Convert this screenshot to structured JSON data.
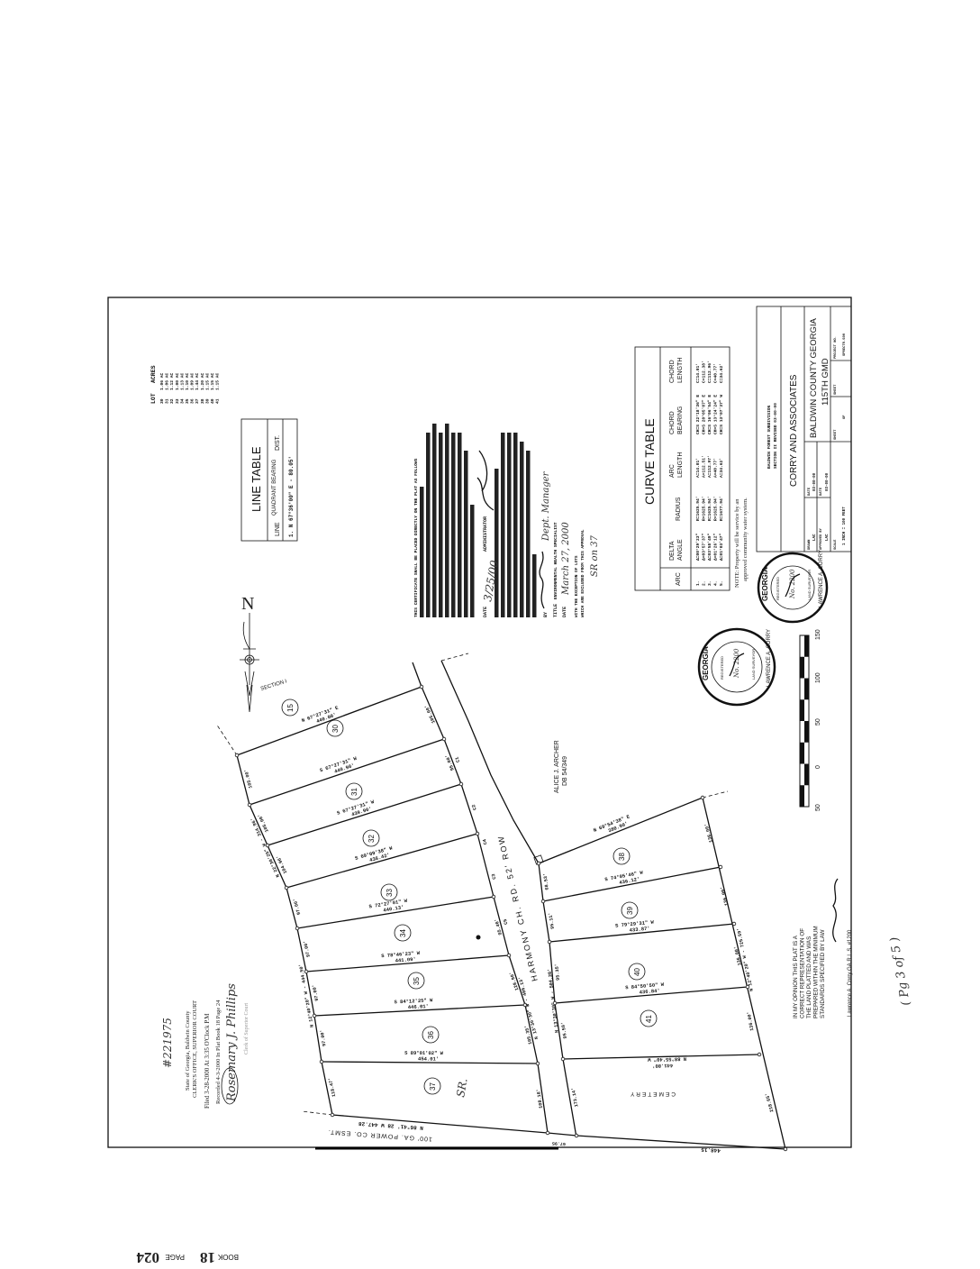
{
  "book_page": {
    "book_label": "BOOK",
    "book": "18",
    "page_label": "PAGE",
    "page": "024"
  },
  "page_note": "( Pg 3 of 5 )",
  "lot_table": {
    "headers": [
      "LOT",
      "ACRES"
    ],
    "rows": [
      [
        "30",
        "1.06 AC"
      ],
      [
        "31",
        "1.06 AC"
      ],
      [
        "32",
        "1.12 AC"
      ],
      [
        "33",
        "1.00 AC"
      ],
      [
        "34",
        "1.13 AC"
      ],
      [
        "35",
        "1.10 AC"
      ],
      [
        "36",
        "1.09 AC"
      ],
      [
        "37",
        "1.44 AC"
      ],
      [
        "38",
        "1.20 AC"
      ],
      [
        "39",
        "1.15 AC"
      ],
      [
        "40",
        "1.15 AC"
      ],
      [
        "41",
        "1.15 AC"
      ]
    ]
  },
  "line_table": {
    "title": "LINE TABLE",
    "headers": {
      "line": "LINE",
      "bearing": "QUADRANT BEARING",
      "dist": "DIST."
    },
    "row": "1.  N 67°36'00\" E - 80.05'"
  },
  "curve_table": {
    "title": "CURVE TABLE",
    "headers": [
      "ARC",
      "DELTA ANGLE",
      "RADIUS",
      "ARC LENGTH",
      "CHORD BEARING",
      "CHORD LENGTH"
    ],
    "rows": [
      [
        "1.",
        "Δ=00°29'23\"",
        "R=1625.94'",
        "A=14.01'",
        "CH=S 22°18'36\" E",
        "C=14.01'"
      ],
      [
        "2.",
        "Δ=03°57'37\"",
        "R=1625.94'",
        "A=112.51'",
        "CH=S 20°05'07\" E",
        "C=112.38'"
      ],
      [
        "3.",
        "Δ=03°58'49\"",
        "R=1625.94'",
        "A=112.97'",
        "CH=S 16°06'54\" E",
        "C=112.96'"
      ],
      [
        "4.",
        "Δ=01°26'12\"",
        "R=1625.94'",
        "A=40.77'",
        "CH=S 13°24'24\" E",
        "C=40.77'"
      ],
      [
        "5.",
        "Δ=01°03'47\"",
        "R=1677.94'",
        "A=34.62'",
        "CH=S 13°07'37\" W",
        "C=34.62'"
      ]
    ]
  },
  "note": [
    "NOTE: Property will be service by an",
    "approved community water system."
  ],
  "title_block": {
    "subdivision": [
      "BALDWIN FOREST SUBDIVISION",
      "SECTION II REVISED 03-00-00"
    ],
    "firm": "CORRY AND ASSOCIATES",
    "county": "BALDWIN COUNTY GEORGIA",
    "district": "115TH GMD",
    "drawn_label": "DRAWN",
    "drawn": "LAC",
    "date_label": "DATE",
    "date": "03-00-00",
    "approved_label": "APPROVED BY",
    "approved": "LAC",
    "approved_date": "03-00-00",
    "scale_label": "SCALE",
    "scale": "1 INCH = 100 FEET",
    "sheet_label": "SHEET",
    "of_label": "OF",
    "sheet2_label": "SHEET",
    "project_label": "PROJECT NO.",
    "project": "SPRECTR.500"
  },
  "certificate": {
    "heading": "THIS CERTIFICATE SHALL BE PLACED DIRECTLY ON THE PLAT AS FOLLOWS",
    "date_label": "DATE",
    "date_hand": "3/25/00",
    "admin_label": "ADMINISTRATOR",
    "by_label": "BY",
    "title_label": "TITLE",
    "title_value": "ENVIRONMENTAL HEALTH SPECIALIST",
    "date2_label": "DATE",
    "hand_title": "Dept. Manager",
    "hand_date": "March 27, 2000",
    "exception": [
      "WITH THE EXCEPTION OF LOTS",
      "WHICH ARE EXCLUDED FROM THIS APPROVAL"
    ],
    "hand_lots": "SR on 37"
  },
  "scale_bar": {
    "labels": [
      "50",
      "0",
      "50",
      "100",
      "150"
    ]
  },
  "seals": [
    {
      "state": "GEORGIA",
      "text1": "REGISTERED",
      "text2": "LAND SURVEYOR",
      "name": "LAWRENCE A. CORRY",
      "number": "No. 2200"
    },
    {
      "state": "GEORGIA",
      "text1": "REGISTERED",
      "text2": "LAND SURVEYOR",
      "name": "LAWRENCE A. CORRY",
      "number": "No. 2200"
    }
  ],
  "surveyor_statement": [
    "IN MY OPINION THIS PLAT IS A",
    "CORRECT REPRESENTATION OF",
    "THE LAND PLATTED AND WAS",
    "PREPARED WITHIN THE MINIMUM",
    "STANDARDS SPECIFIED BY LAW"
  ],
  "surveyor_signature_line": "Lawrence A. Corry GA.R.L.S. #1200",
  "clerk_stamp": {
    "number": "#221975",
    "line1": "State of Georgia, Baldwin County",
    "line2": "CLERK'S OFFICE, SUPERIOR COURT",
    "filed": "Filed 3-28-2000  At 3:35 O'Clock P.M",
    "recorded": "Recorded 4-3-2000  In Plat Book 18 Page 24",
    "signature": "Rosemary J. Phillips",
    "clerk_title": "Clerk of Superior Court"
  },
  "plat": {
    "north": "N",
    "section": "SECTION I",
    "adjacent_lot": "15",
    "owner": [
      "ALICE J. ARCHER",
      "DB 54/349"
    ],
    "road": "HARMONY CH. RD. 52' ROW",
    "easement": "100' GA. POWER CO. ESMT.",
    "cemetery": "CEMETERY",
    "sr_note": "SR.",
    "lots": [
      "30",
      "31",
      "32",
      "33",
      "34",
      "35",
      "36",
      "37",
      "38",
      "39",
      "40",
      "41"
    ],
    "bearings": [
      [
        "N 67°27'31\" E",
        "440.00'"
      ],
      [
        "S 67°27'31\" W",
        "440.90'"
      ],
      [
        "S 67°27'31\" W",
        "439.90'"
      ],
      [
        "S 69°09'38\" W",
        "436.42'"
      ],
      [
        "S 72°27'01\" W",
        "440.13'"
      ],
      [
        "S 78°46'23\" W",
        "441.09'"
      ],
      [
        "S 84°12'25\" W",
        "446.01'"
      ],
      [
        "S 89°01'02\" W",
        "454.01'"
      ],
      [
        "N 69°54'38\" E",
        "380.90'"
      ],
      [
        "S 74°05'46\" W",
        "436.12'"
      ],
      [
        "S 79°29'31\" W",
        "433.87'"
      ],
      [
        "S 84°50'50\" W",
        "436.84'"
      ],
      [
        "N 88°55'40\" W",
        "441.80'"
      ]
    ],
    "boundary_labels": {
      "south_west": "N 86°41' 28 W  447.28",
      "south_east": "448.15",
      "west_traverse": "N 12°40'20\" W - 444.50'",
      "west_upper": "N 22°30'25\" W - 314.96'",
      "road_west": "N 13°30'30\" W - 486.13'",
      "road_east": "N 13°30'30\" W - 504.28'",
      "east_traverse": "N 12°40'20\" W - 725.59'",
      "west_sides": [
        "105.00'",
        "105.00'",
        "104.96'",
        "97.00'",
        "97.00'",
        "97.00'",
        "97.00'",
        "118.47'"
      ],
      "road_sides": [
        "105.00'",
        "95.00'",
        "95.46'",
        "128.90'",
        "105.35'",
        "108.18'"
      ],
      "east_sides": [
        "68.53'",
        "95.11'",
        "95.35'",
        "95.59'",
        "173.14'"
      ],
      "far_east": [
        "136.00'",
        "136.00'",
        "136.00'",
        "136.00'",
        "218.65'"
      ],
      "curves": [
        "C1",
        "C2",
        "C3",
        "C4",
        "C5"
      ],
      "short": "67.95"
    }
  }
}
